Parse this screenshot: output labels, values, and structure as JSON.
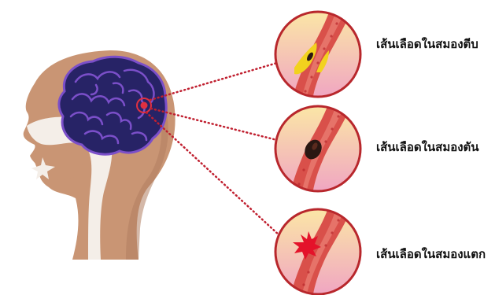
{
  "diagram": {
    "labels": {
      "narrowed": "เส้นเลือดในสมองตีบ",
      "blocked": "เส้นเลือดในสมองตัน",
      "ruptured": "เส้นเลือดในสมองแตก"
    },
    "colors": {
      "skin": "#c99574",
      "skin_shadow": "#b07e60",
      "airway": "#f4eee8",
      "brain": "#272366",
      "brain_outline": "#7b4fc9",
      "lesion": "#e03040",
      "connector": "#c02030",
      "vessel": "#d9504a",
      "vessel_inner": "#ef8a7e",
      "circle_bg_top": "#fbe6a6",
      "circle_bg_bottom": "#f0a6c2",
      "circle_border": "#b8272c",
      "plaque": "#f2d21e",
      "clot": "#2a1712",
      "blood": "#e4122a"
    }
  }
}
